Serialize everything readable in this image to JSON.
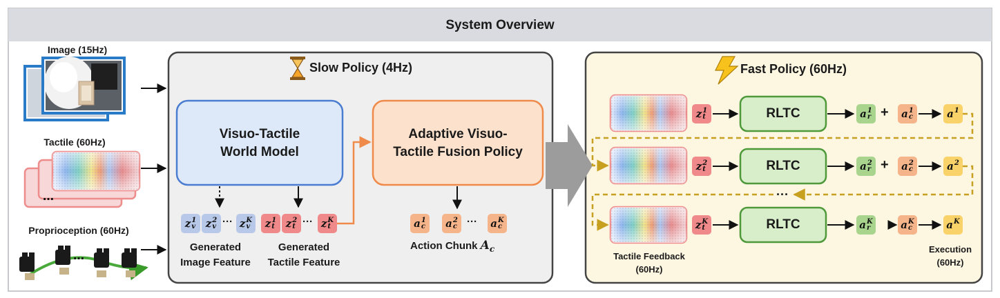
{
  "title": "System Overview",
  "inputs": {
    "image_label": "Image (15Hz)",
    "tactile_label": "Tactile (60Hz)",
    "proprio_label": "Proprioception (60Hz)"
  },
  "slow": {
    "title": "Slow Policy (4Hz)",
    "icon": "hourglass-icon",
    "world_model": [
      "Visuo-Tactile",
      "World Model"
    ],
    "fusion_policy": [
      "Adaptive Visuo-",
      "Tactile Fusion Policy"
    ],
    "image_feature_label": [
      "Generated",
      "Image Feature"
    ],
    "tactile_feature_label": [
      "Generated",
      "Tactile Feature"
    ],
    "action_chunk_label": "Action Chunk",
    "action_chunk_symbol": "A",
    "action_chunk_sub": "c",
    "image_tokens": [
      {
        "base": "z",
        "sub": "v",
        "sup": "1"
      },
      {
        "base": "z",
        "sub": "v",
        "sup": "2"
      },
      {
        "base": "z",
        "sub": "v",
        "sup": "K"
      }
    ],
    "tactile_tokens": [
      {
        "base": "z",
        "sub": "t",
        "sup": "1"
      },
      {
        "base": "z",
        "sub": "t",
        "sup": "2"
      },
      {
        "base": "z",
        "sub": "t",
        "sup": "K"
      }
    ],
    "action_tokens": [
      {
        "base": "a",
        "sub": "c",
        "sup": "1"
      },
      {
        "base": "a",
        "sub": "c",
        "sup": "2"
      },
      {
        "base": "a",
        "sub": "c",
        "sup": "K"
      }
    ],
    "ellipsis": "···"
  },
  "fast": {
    "title": "Fast Policy (60Hz)",
    "icon": "lightning-icon",
    "rows": [
      {
        "z": {
          "base": "z",
          "sub": "t",
          "sup": "1"
        },
        "block": "RLTC",
        "ar": {
          "base": "a",
          "sub": "r",
          "sup": "1"
        },
        "ac": {
          "base": "a",
          "sub": "c",
          "sup": "1"
        },
        "out": {
          "base": "a",
          "sub": "",
          "sup": "1"
        }
      },
      {
        "z": {
          "base": "z",
          "sub": "t",
          "sup": "2"
        },
        "block": "RLTC",
        "ar": {
          "base": "a",
          "sub": "r",
          "sup": "2"
        },
        "ac": {
          "base": "a",
          "sub": "c",
          "sup": "2"
        },
        "out": {
          "base": "a",
          "sub": "",
          "sup": "2"
        }
      },
      {
        "z": {
          "base": "z",
          "sub": "t",
          "sup": "K"
        },
        "block": "RLTC",
        "ar": {
          "base": "a",
          "sub": "r",
          "sup": "K"
        },
        "ac": {
          "base": "a",
          "sub": "c",
          "sup": "K"
        },
        "out": {
          "base": "a",
          "sub": "",
          "sup": "K"
        }
      }
    ],
    "plus": "+",
    "row_ellipsis": "···",
    "tactile_feedback_label": [
      "Tactile Feedback",
      "(60Hz)"
    ],
    "execution_label": [
      "Execution",
      "(60Hz)"
    ]
  },
  "colors": {
    "title_bar": "#d9dbe0",
    "outer_border": "#c8c9cc",
    "slow_bg": "#efefef",
    "fast_bg": "#fdf6e1",
    "world_model_fill": "#dde9f8",
    "world_model_stroke": "#4a7dd1",
    "fusion_fill": "#fce1cc",
    "fusion_stroke": "#ef8a4a",
    "rltc_fill": "#d8edc9",
    "rltc_stroke": "#4e9a3a",
    "token_blue": "#b7c8e8",
    "token_red": "#f08a8a",
    "token_orange": "#f6b48a",
    "token_green": "#a8d48e",
    "token_yellow": "#f9d36a",
    "dashed_arrow": "#c7a020"
  }
}
